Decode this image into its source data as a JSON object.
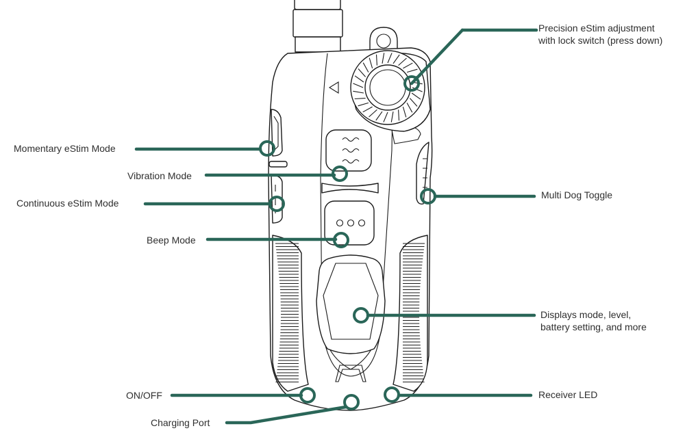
{
  "title": "Remote transmitter controls diagram",
  "accent_color": "#2a6658",
  "callouts": [
    {
      "id": "precision-estim",
      "lines": [
        "Precision eStim adjustment",
        "with lock switch (press down)"
      ]
    },
    {
      "id": "momentary-estim",
      "lines": [
        "Momentary eStim Mode"
      ]
    },
    {
      "id": "vibration",
      "lines": [
        "Vibration Mode"
      ]
    },
    {
      "id": "continuous-estim",
      "lines": [
        "Continuous eStim Mode"
      ]
    },
    {
      "id": "beep",
      "lines": [
        "Beep Mode"
      ]
    },
    {
      "id": "multi-dog",
      "lines": [
        "Multi Dog Toggle"
      ]
    },
    {
      "id": "display",
      "lines": [
        "Displays mode, level,",
        "battery setting, and more"
      ]
    },
    {
      "id": "on-off",
      "lines": [
        "ON/OFF"
      ]
    },
    {
      "id": "charging-port",
      "lines": [
        "Charging Port"
      ]
    },
    {
      "id": "receiver-led",
      "lines": [
        "Receiver LED"
      ]
    }
  ]
}
